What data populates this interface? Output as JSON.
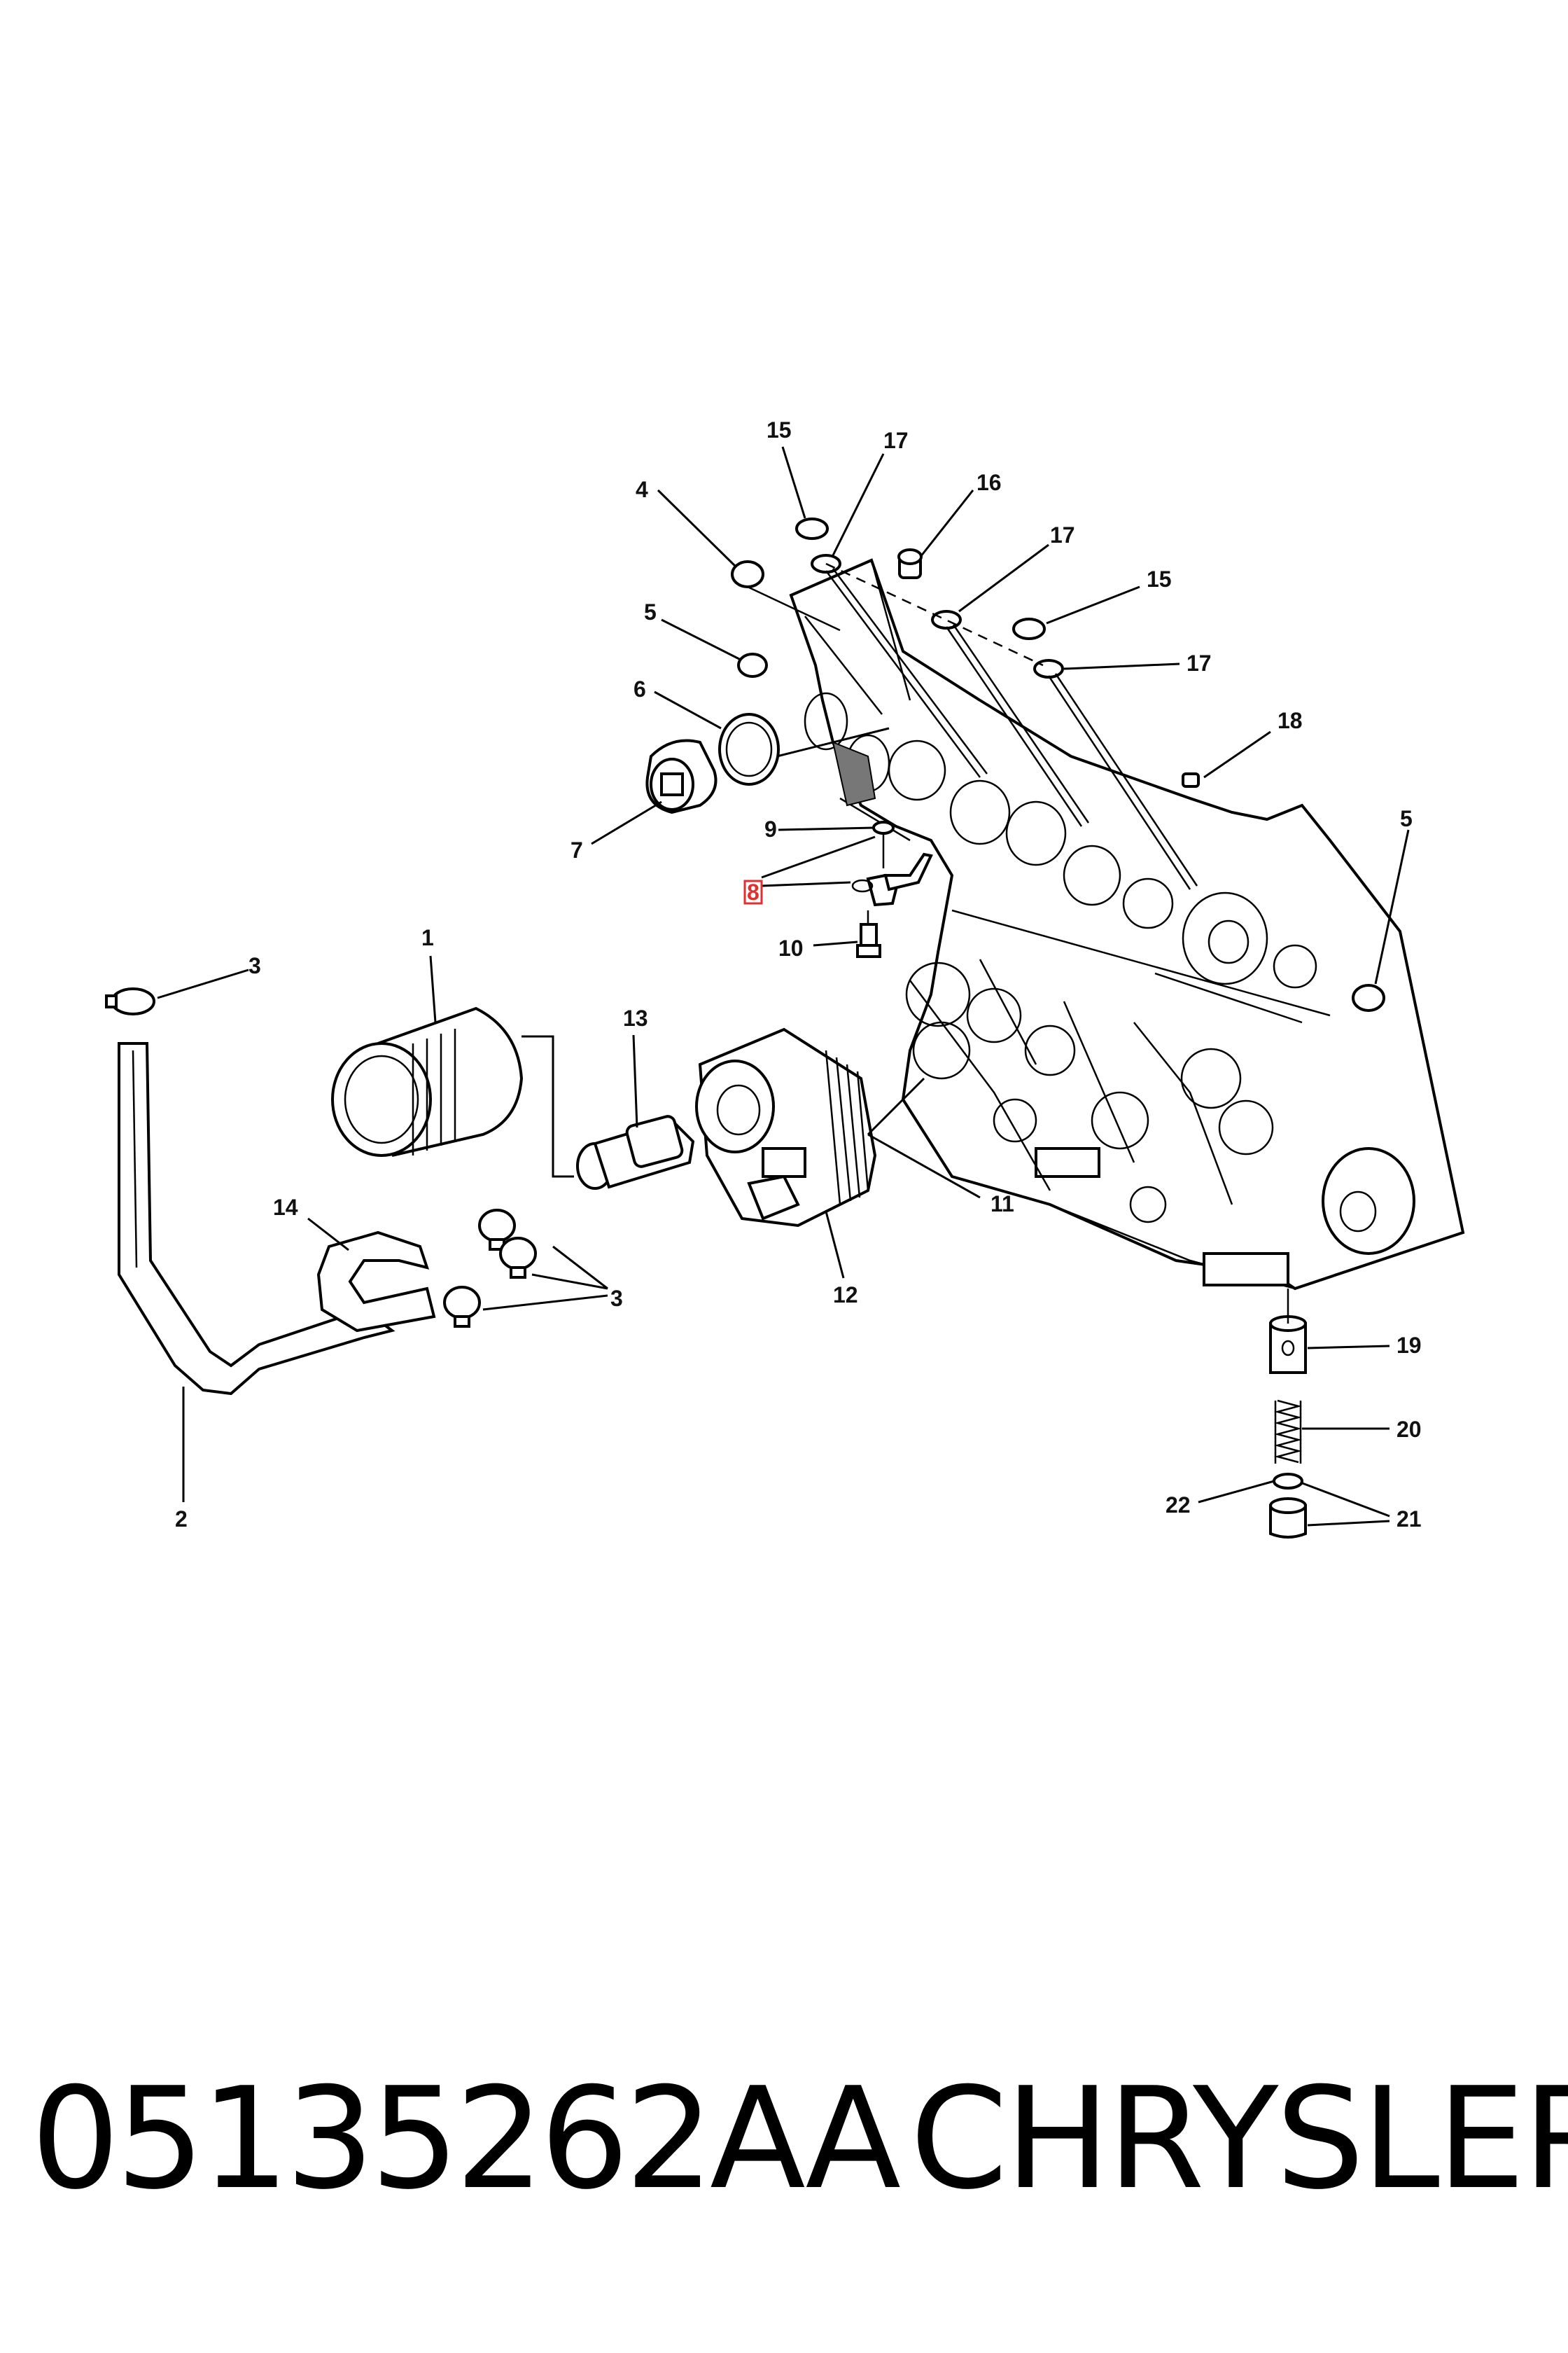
{
  "diagram": {
    "callouts": [
      {
        "id": "c1",
        "label": "1"
      },
      {
        "id": "c2",
        "label": "2"
      },
      {
        "id": "c3a",
        "label": "3"
      },
      {
        "id": "c3b",
        "label": "3"
      },
      {
        "id": "c4",
        "label": "4"
      },
      {
        "id": "c5a",
        "label": "5"
      },
      {
        "id": "c5b",
        "label": "5"
      },
      {
        "id": "c6",
        "label": "6"
      },
      {
        "id": "c7",
        "label": "7"
      },
      {
        "id": "c8",
        "label": "8",
        "highlighted": true
      },
      {
        "id": "c9",
        "label": "9"
      },
      {
        "id": "c10",
        "label": "10"
      },
      {
        "id": "c11",
        "label": "11"
      },
      {
        "id": "c12",
        "label": "12"
      },
      {
        "id": "c13",
        "label": "13"
      },
      {
        "id": "c14",
        "label": "14"
      },
      {
        "id": "c15a",
        "label": "15"
      },
      {
        "id": "c15b",
        "label": "15"
      },
      {
        "id": "c16",
        "label": "16"
      },
      {
        "id": "c17a",
        "label": "17"
      },
      {
        "id": "c17b",
        "label": "17"
      },
      {
        "id": "c17c",
        "label": "17"
      },
      {
        "id": "c18",
        "label": "18"
      },
      {
        "id": "c19",
        "label": "19"
      },
      {
        "id": "c20",
        "label": "20"
      },
      {
        "id": "c21",
        "label": "21"
      },
      {
        "id": "c22",
        "label": "22"
      }
    ],
    "highlight_color": "#e03030"
  },
  "footer": {
    "part_number": "05135262AA",
    "brand": "CHRYSLER"
  }
}
